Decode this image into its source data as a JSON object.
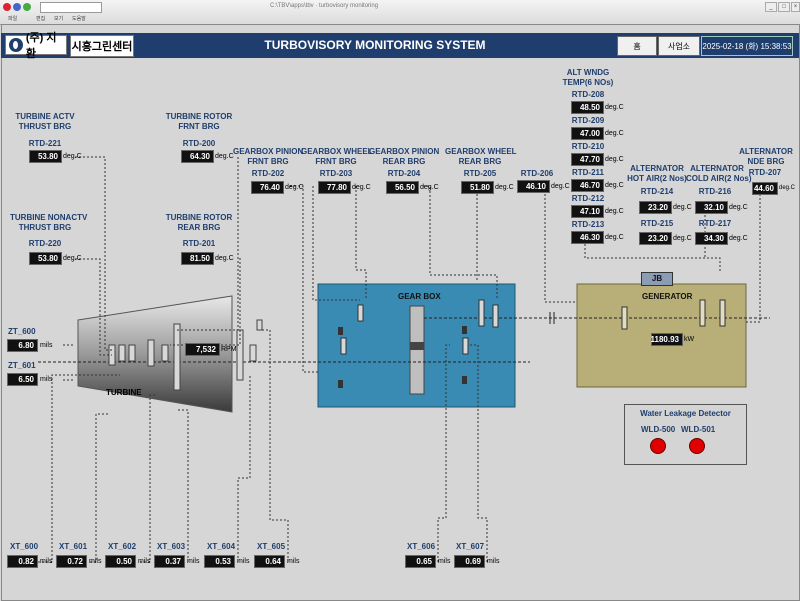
{
  "header": {
    "company": "(주) 지환",
    "site": "시흥그린센터",
    "title": "TURBOVISORY MONITORING SYSTEM",
    "home_button": "홈",
    "office_button": "사업소",
    "datetime": "2025-02-18 (화) 15:38:53"
  },
  "turbine": {
    "label": "TURBINE",
    "rpm": {
      "value": "7,532",
      "unit": "RPM"
    },
    "rtd_221": {
      "title": [
        "TURBINE ACTV",
        "THRUST BRG"
      ],
      "tag": "RTD-221",
      "value": "53.80",
      "unit": "deg.C"
    },
    "rtd_220": {
      "title": [
        "TURBINE NONACTV",
        "THRUST BRG"
      ],
      "tag": "RTD-220",
      "value": "53.80",
      "unit": "deg.C"
    },
    "rtd_200": {
      "title": [
        "TURBINE ROTOR",
        "FRNT BRG"
      ],
      "tag": "RTD-200",
      "value": "64.30",
      "unit": "deg.C"
    },
    "rtd_201": {
      "title": [
        "TURBINE ROTOR",
        "REAR BRG"
      ],
      "tag": "RTD-201",
      "value": "81.50",
      "unit": "deg.C"
    }
  },
  "gearbox": {
    "label": "GEAR BOX",
    "rtd_202": {
      "title": [
        "GEARBOX PINION",
        "FRNT BRG"
      ],
      "tag": "RTD-202",
      "value": "76.40",
      "unit": "deg.C"
    },
    "rtd_203": {
      "title": [
        "GEARBOX WHEEL",
        "FRNT BRG"
      ],
      "tag": "RTD-203",
      "value": "77.80",
      "unit": "deg.C"
    },
    "rtd_204": {
      "title": [
        "GEARBOX PINION",
        "REAR BRG"
      ],
      "tag": "RTD-204",
      "value": "56.50",
      "unit": "deg.C"
    },
    "rtd_205": {
      "title": [
        "GEARBOX WHEEL",
        "REAR BRG"
      ],
      "tag": "RTD-205",
      "value": "51.80",
      "unit": "deg.C"
    }
  },
  "generator": {
    "label": "GENERATOR",
    "jb": "JB",
    "power": {
      "value": "1180.93",
      "unit": "kW"
    },
    "rtd_206": {
      "tag": "RTD-206",
      "value": "46.10",
      "unit": "deg.C"
    },
    "rtd_207": {
      "title": [
        "ALTERNATOR",
        "NDE BRG"
      ],
      "tag": "RTD-207",
      "value": "44.60",
      "unit": "deg.C"
    },
    "wndg_title": [
      "ALT WNDG",
      "TEMP(6 NOs)"
    ],
    "wndg": [
      {
        "tag": "RTD-208",
        "value": "48.50",
        "unit": "deg.C"
      },
      {
        "tag": "RTD-209",
        "value": "47.00",
        "unit": "deg.C"
      },
      {
        "tag": "RTD-210",
        "value": "47.70",
        "unit": "deg.C"
      },
      {
        "tag": "RTD-211",
        "value": "46.70",
        "unit": "deg.C"
      },
      {
        "tag": "RTD-212",
        "value": "47.10",
        "unit": "deg.C"
      },
      {
        "tag": "RTD-213",
        "value": "46.30",
        "unit": "deg.C"
      }
    ],
    "hot_air_title": [
      "ALTERNATOR",
      "HOT AIR(2 Nos)"
    ],
    "cold_air_title": [
      "ALTERNATOR",
      "COLD AIR(2 Nos)"
    ],
    "rtd_214": {
      "tag": "RTD-214",
      "value": "23.20",
      "unit": "deg.C"
    },
    "rtd_215": {
      "tag": "RTD-215",
      "value": "23.20",
      "unit": "deg.C"
    },
    "rtd_216": {
      "tag": "RTD-216",
      "value": "32.10",
      "unit": "deg.C"
    },
    "rtd_217": {
      "tag": "RTD-217",
      "value": "34.30",
      "unit": "deg.C"
    }
  },
  "axial": [
    {
      "tag": "ZT_600",
      "value": "6.80",
      "unit": "mils"
    },
    {
      "tag": "ZT_601",
      "value": "6.50",
      "unit": "mils"
    }
  ],
  "vibration": [
    {
      "tag": "XT_600",
      "value": "0.82",
      "unit": "mils"
    },
    {
      "tag": "XT_601",
      "value": "0.72",
      "unit": "mils"
    },
    {
      "tag": "XT_602",
      "value": "0.50",
      "unit": "mils"
    },
    {
      "tag": "XT_603",
      "value": "0.37",
      "unit": "mils"
    },
    {
      "tag": "XT_604",
      "value": "0.53",
      "unit": "mils"
    },
    {
      "tag": "XT_605",
      "value": "0.64",
      "unit": "mils"
    },
    {
      "tag": "XT_606",
      "value": "0.65",
      "unit": "mils"
    },
    {
      "tag": "XT_607",
      "value": "0.69",
      "unit": "mils"
    }
  ],
  "leak": {
    "title": "Water Leakage Detector",
    "sensors": [
      {
        "tag": "WLD-500"
      },
      {
        "tag": "WLD-501"
      }
    ]
  },
  "colors": {
    "header": "#1f3e6d",
    "gearbox": "#3a8bb3",
    "generator": "#b8ae78",
    "alarm": "#e00000"
  }
}
